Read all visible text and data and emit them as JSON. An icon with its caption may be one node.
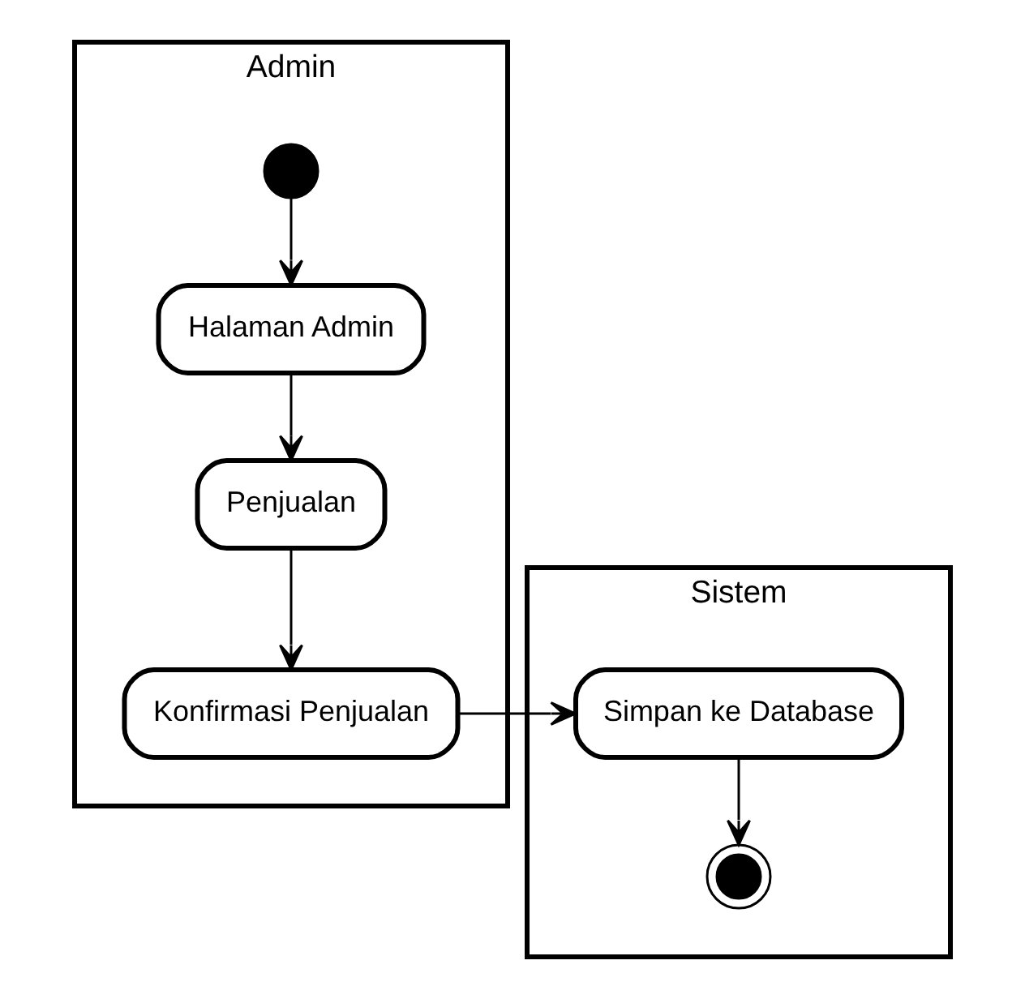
{
  "diagram": {
    "nodes": [
      {
        "text": [
          "Admin"
        ]
      },
      {
        "text": [
          "Sistem"
        ]
      },
      {
        "text": [],
        "shape": "circle",
        "in": 0
      },
      {
        "text": [
          "Halaman Admin"
        ],
        "in": 0
      },
      {
        "text": [
          "Penjualan"
        ],
        "in": 0
      },
      {
        "text": [
          "Konfirmasi Penjualan"
        ],
        "in": 0
      },
      {
        "text": [
          "Simpan ke Database"
        ],
        "in": 1
      },
      {
        "text": [],
        "shape": "bullseye",
        "in": 1
      }
    ],
    "edges": [
      {
        "from": 2,
        "to": 3,
        "arrow": "to"
      },
      {
        "from": 3,
        "to": 4,
        "arrow": "to"
      },
      {
        "from": 4,
        "to": 5,
        "arrow": "to"
      },
      {
        "from": 5,
        "to": 6,
        "arrow": "to"
      },
      {
        "from": 6,
        "to": 7,
        "arrow": "to"
      }
    ]
  }
}
